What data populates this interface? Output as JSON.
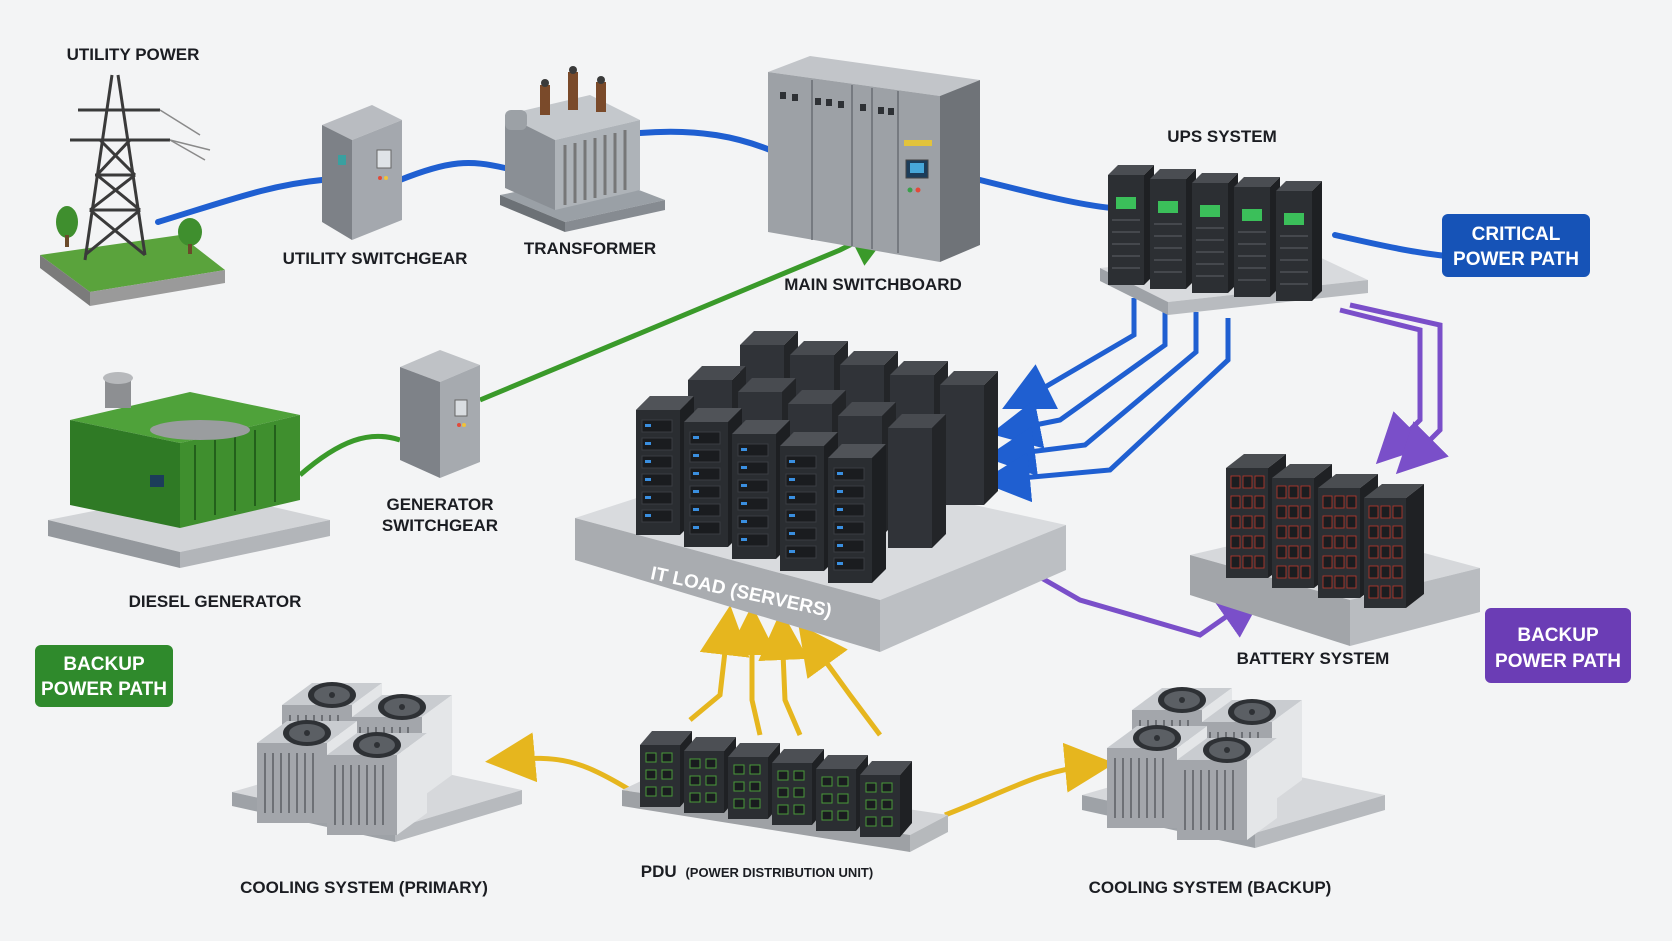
{
  "labels": {
    "utility_power": "UTILITY POWER",
    "utility_switchgear": "UTILITY SWITCHGEAR",
    "transformer": "TRANSFORMER",
    "main_switchboard": "MAIN SWITCHBOARD",
    "ups_system": "UPS SYSTEM",
    "generator_switchgear_line1": "GENERATOR",
    "generator_switchgear_line2": "SWITCHGEAR",
    "diesel_generator": "DIESEL GENERATOR",
    "it_load": "IT LOAD (SERVERS)",
    "battery_system": "BATTERY SYSTEM",
    "pdu_main": "PDU",
    "pdu_sub": "(POWER DISTRIBUTION UNIT)",
    "cooling_primary": "COOLING SYSTEM (PRIMARY)",
    "cooling_backup": "COOLING SYSTEM (BACKUP)"
  },
  "legend": {
    "critical_line1": "CRITICAL",
    "critical_line2": "POWER PATH",
    "backup_green_line1": "BACKUP",
    "backup_green_line2": "POWER PATH",
    "backup_purple_line1": "BACKUP",
    "backup_purple_line2": "POWER PATH"
  },
  "colors": {
    "critical_path": "#1f5fd1",
    "generator_path": "#3a9a2a",
    "battery_path": "#7a4fc9",
    "cooling_path": "#e6b61e",
    "critical_badge": "#1653b7",
    "green_badge": "#2f8a2c",
    "purple_badge": "#6b3db5"
  }
}
